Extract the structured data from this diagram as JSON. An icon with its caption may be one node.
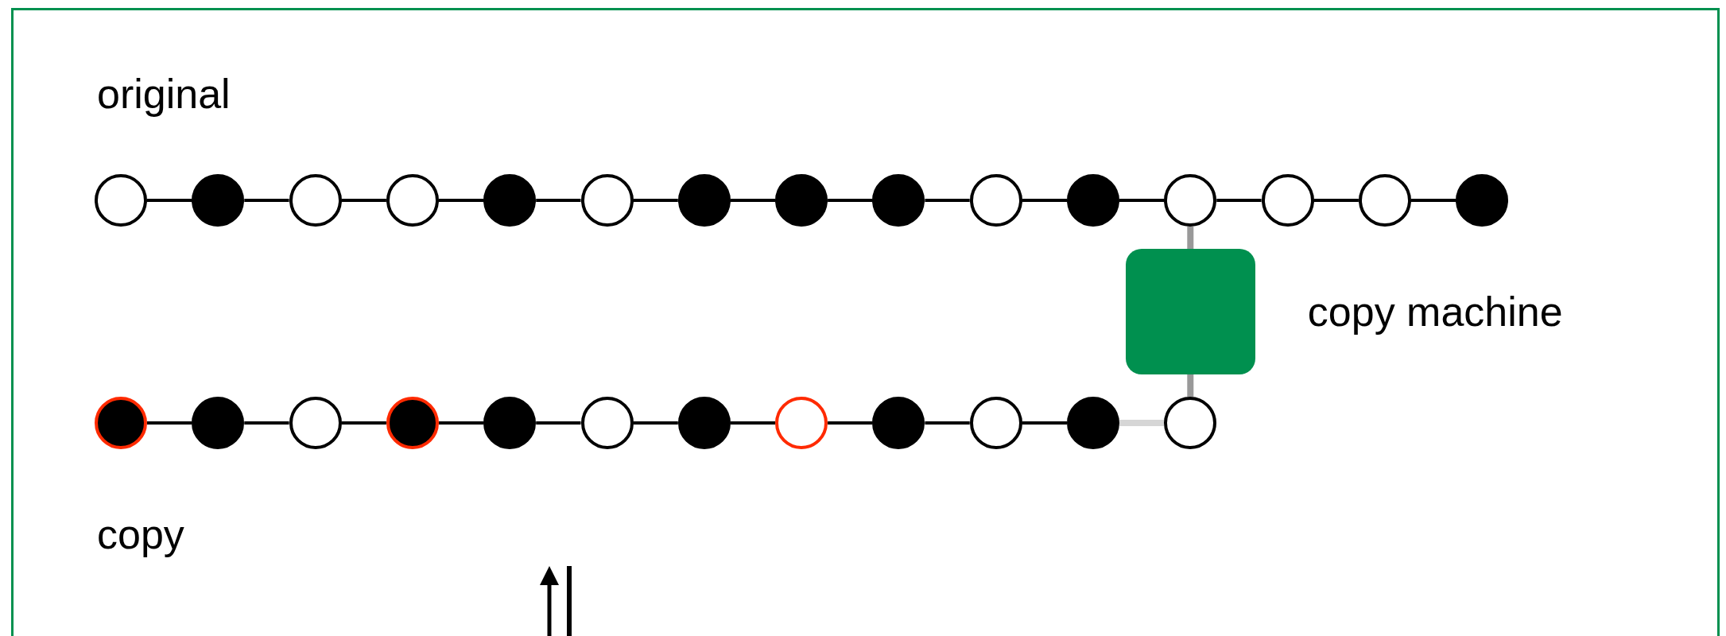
{
  "diagram": {
    "nodes": [
      {
        "text": [],
        "shape": "circle"
      },
      {
        "text": [],
        "shape": "dot"
      },
      {
        "text": [],
        "shape": "circle"
      },
      {
        "text": [],
        "shape": "circle"
      },
      {
        "text": [],
        "shape": "dot"
      },
      {
        "text": [],
        "shape": "circle"
      },
      {
        "text": [],
        "shape": "dot"
      },
      {
        "text": [],
        "shape": "dot"
      },
      {
        "text": [],
        "shape": "dot"
      },
      {
        "text": [],
        "shape": "circle"
      },
      {
        "text": [],
        "shape": "dot"
      },
      {
        "text": [],
        "shape": "circle"
      },
      {
        "text": [],
        "shape": "circle"
      },
      {
        "text": [],
        "shape": "circle"
      },
      {
        "text": [],
        "shape": "dot"
      },
      {
        "text": [],
        "shape": "box",
        "beside": [
          "copy machine"
        ]
      },
      {
        "text": [],
        "shape": "dot"
      },
      {
        "text": [],
        "shape": "dot"
      },
      {
        "text": [],
        "shape": "circle"
      },
      {
        "text": [],
        "shape": "dot"
      },
      {
        "text": [],
        "shape": "dot"
      },
      {
        "text": [],
        "shape": "circle"
      },
      {
        "text": [],
        "shape": "dot"
      },
      {
        "text": [],
        "shape": "circle"
      },
      {
        "text": [],
        "shape": "dot"
      },
      {
        "text": [],
        "shape": "circle"
      },
      {
        "text": [],
        "shape": "dot"
      },
      {
        "text": [],
        "shape": "circle"
      }
    ],
    "edges": [
      {
        "from": 0,
        "to": 1,
        "arrow": "none"
      },
      {
        "from": 1,
        "to": 2,
        "arrow": "none"
      },
      {
        "from": 2,
        "to": 3,
        "arrow": "none"
      },
      {
        "from": 3,
        "to": 4,
        "arrow": "none"
      },
      {
        "from": 4,
        "to": 5,
        "arrow": "none"
      },
      {
        "from": 5,
        "to": 6,
        "arrow": "none"
      },
      {
        "from": 6,
        "to": 7,
        "arrow": "none"
      },
      {
        "from": 7,
        "to": 8,
        "arrow": "none"
      },
      {
        "from": 8,
        "to": 9,
        "arrow": "none"
      },
      {
        "from": 9,
        "to": 10,
        "arrow": "none"
      },
      {
        "from": 10,
        "to": 11,
        "arrow": "none"
      },
      {
        "from": 11,
        "to": 12,
        "arrow": "none"
      },
      {
        "from": 12,
        "to": 13,
        "arrow": "none"
      },
      {
        "from": 13,
        "to": 14,
        "arrow": "none"
      },
      {
        "from": 11,
        "to": 15,
        "arrow": "none",
        "style": "thick",
        "color": "#999999"
      },
      {
        "from": 15,
        "to": 27,
        "arrow": "none",
        "style": "thick",
        "color": "#999999"
      },
      {
        "from": 16,
        "to": 17,
        "arrow": "none"
      },
      {
        "from": 17,
        "to": 18,
        "arrow": "none"
      },
      {
        "from": 18,
        "to": 19,
        "arrow": "none"
      },
      {
        "from": 19,
        "to": 20,
        "arrow": "none"
      },
      {
        "from": 20,
        "to": 21,
        "arrow": "none"
      },
      {
        "from": 21,
        "to": 22,
        "arrow": "none"
      },
      {
        "from": 22,
        "to": 23,
        "arrow": "none"
      },
      {
        "from": 23,
        "to": 24,
        "arrow": "none"
      },
      {
        "from": 24,
        "to": 25,
        "arrow": "none"
      },
      {
        "from": 25,
        "to": 26,
        "arrow": "none"
      },
      {
        "from": 26,
        "to": 27,
        "arrow": "none",
        "style": "thick",
        "color": "#d6d6d6"
      }
    ],
    "labels": [
      "original",
      "copy"
    ]
  }
}
